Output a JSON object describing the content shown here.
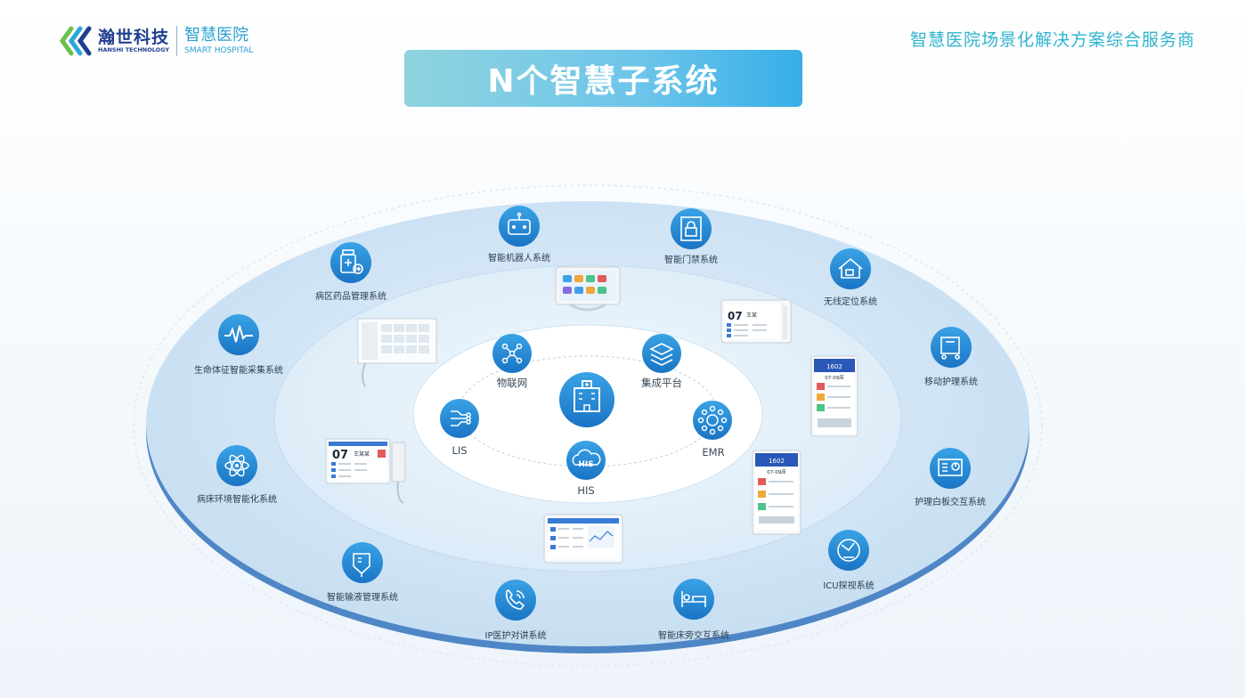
{
  "header": {
    "logo_cn": "瀚世科技",
    "logo_en": "HANSHI TECHNOLOGY",
    "logo_sub_cn": "智慧医院",
    "logo_sub_en": "SMART HOSPITAL",
    "slogan": "智慧医院场景化解决方案综合服务商",
    "title": "N个智慧子系统"
  },
  "inner_core": {
    "items": [
      {
        "label": "物联网",
        "icon": "network-nodes-icon"
      },
      {
        "label": "集成平台",
        "icon": "stacked-layers-icon"
      },
      {
        "label": "LIS",
        "icon": "circuit-icon"
      },
      {
        "label": "EMR",
        "icon": "hub-circle-icon"
      },
      {
        "label": "HIS",
        "icon": "his-cloud-icon"
      }
    ],
    "center_icon": "hospital-building-icon"
  },
  "outer_systems": [
    {
      "label": "智能机器人系统",
      "icon": "robot-icon"
    },
    {
      "label": "智能门禁系统",
      "icon": "door-lock-icon"
    },
    {
      "label": "病区药品管理系统",
      "icon": "medicine-bottle-icon"
    },
    {
      "label": "无线定位系统",
      "icon": "location-home-icon"
    },
    {
      "label": "生命体征智能采集系统",
      "icon": "heartbeat-wave-icon"
    },
    {
      "label": "移动护理系统",
      "icon": "nursing-cart-icon"
    },
    {
      "label": "病床环境智能化系统",
      "icon": "atom-icon"
    },
    {
      "label": "护理白板交互系统",
      "icon": "whiteboard-icon"
    },
    {
      "label": "智能输液管理系统",
      "icon": "infusion-bag-icon"
    },
    {
      "label": "ICU探视系统",
      "icon": "visit-gauge-icon"
    },
    {
      "label": "IP医护对讲系统",
      "icon": "intercom-phone-icon"
    },
    {
      "label": "智能床旁交互系统",
      "icon": "bed-icon"
    }
  ],
  "devices": [
    {
      "room_no": "07",
      "patient": "王某",
      "icon": "bedside-terminal-device"
    },
    {
      "room_no": "07",
      "patient": "王某某",
      "icon": "bedside-panel-device"
    },
    {
      "room_no": "1602",
      "sub": "07-09床",
      "icon": "door-display-device"
    },
    {
      "room_no": "1602",
      "sub": "07-09床",
      "icon": "ward-display-device"
    }
  ],
  "colors": {
    "accent": "#1f8fd6",
    "icon_fill": "#2389d6",
    "ring_outer": "#b9d6ef",
    "ring_mid": "#d4e6f6",
    "banner_start": "#8fd3de",
    "banner_end": "#36aee8"
  }
}
